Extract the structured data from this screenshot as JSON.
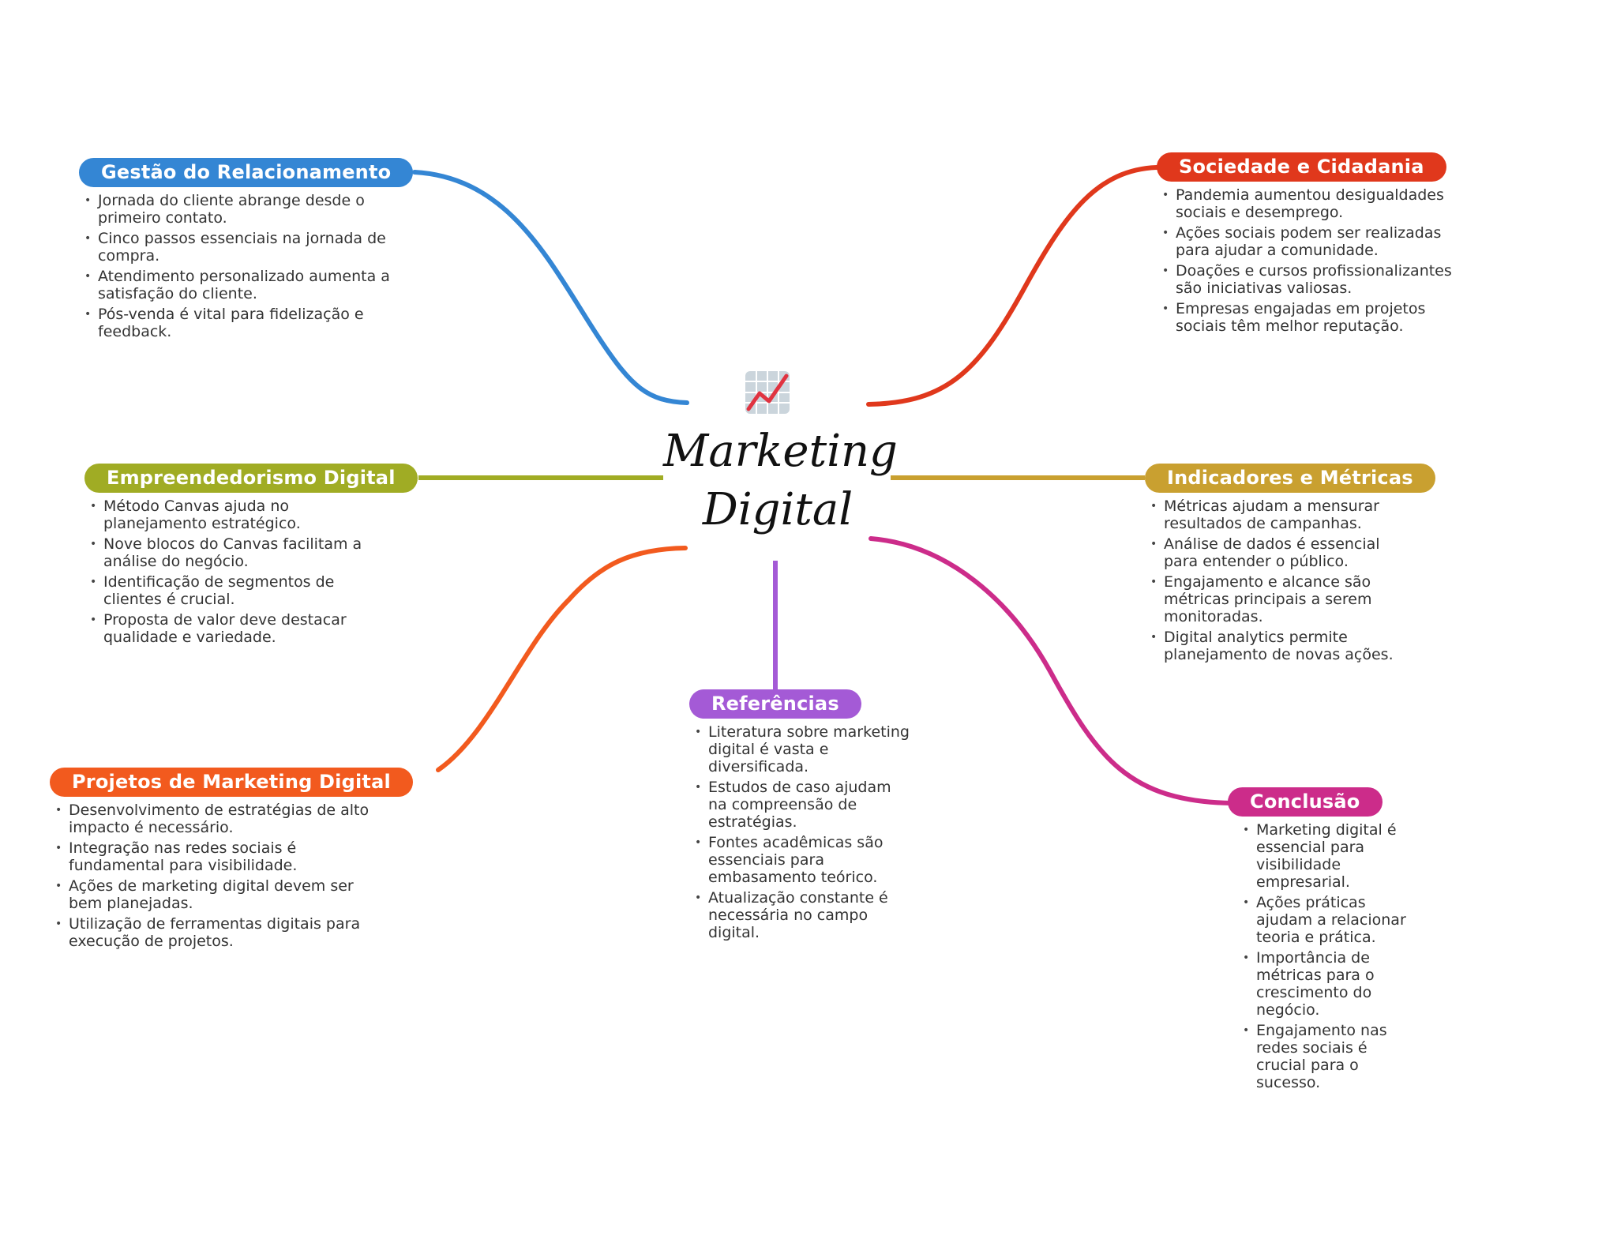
{
  "central": {
    "title_line1": "Marketing",
    "title_line2": "Digital",
    "icon": "chart-increasing-icon"
  },
  "branches": [
    {
      "id": "gestao",
      "title": "Gestão do Relacionamento",
      "color": "#3486D4",
      "items": [
        "Jornada do cliente abrange desde o primeiro contato.",
        "Cinco passos essenciais na jornada de compra.",
        "Atendimento personalizado aumenta a satisfação do cliente.",
        "Pós-venda é vital para fidelização e feedback."
      ]
    },
    {
      "id": "sociedade",
      "title": "Sociedade e Cidadania",
      "color": "#E0381C",
      "items": [
        "Pandemia aumentou desigualdades sociais e desemprego.",
        "Ações sociais podem ser realizadas para ajudar a comunidade.",
        "Doações e cursos profissionalizantes são iniciativas valiosas.",
        "Empresas engajadas em projetos sociais têm melhor reputação."
      ]
    },
    {
      "id": "empreendedorismo",
      "title": "Empreendedorismo Digital",
      "color": "#A0AC24",
      "items": [
        "Método Canvas ajuda no planejamento estratégico.",
        "Nove blocos do Canvas facilitam a análise do negócio.",
        "Identificação de segmentos de clientes é crucial.",
        "Proposta de valor deve destacar qualidade e variedade."
      ]
    },
    {
      "id": "indicadores",
      "title": "Indicadores e Métricas",
      "color": "#C9A030",
      "items": [
        "Métricas ajudam a mensurar resultados de campanhas.",
        "Análise de dados é essencial para entender o público.",
        "Engajamento e alcance são métricas principais a serem monitoradas.",
        "Digital analytics permite planejamento de novas ações."
      ]
    },
    {
      "id": "projetos",
      "title": "Projetos de Marketing Digital",
      "color": "#F25A1E",
      "items": [
        "Desenvolvimento de estratégias de alto impacto é necessário.",
        "Integração nas redes sociais é fundamental para visibilidade.",
        "Ações de marketing digital devem ser bem planejadas.",
        "Utilização de ferramentas digitais para execução de projetos."
      ]
    },
    {
      "id": "referencias",
      "title": "Referências",
      "color": "#A45AD6",
      "items": [
        "Literatura sobre marketing digital é vasta e diversificada.",
        "Estudos de caso ajudam na compreensão de estratégias.",
        "Fontes acadêmicas são essenciais para embasamento teórico.",
        "Atualização constante é necessária no campo digital."
      ]
    },
    {
      "id": "conclusao",
      "title": "Conclusão",
      "color": "#CC2C8A",
      "items": [
        "Marketing digital é essencial para visibilidade empresarial.",
        "Ações práticas ajudam a relacionar teoria e prática.",
        "Importância de métricas para o crescimento do negócio.",
        "Engajamento nas redes sociais é crucial para o sucesso."
      ]
    }
  ]
}
